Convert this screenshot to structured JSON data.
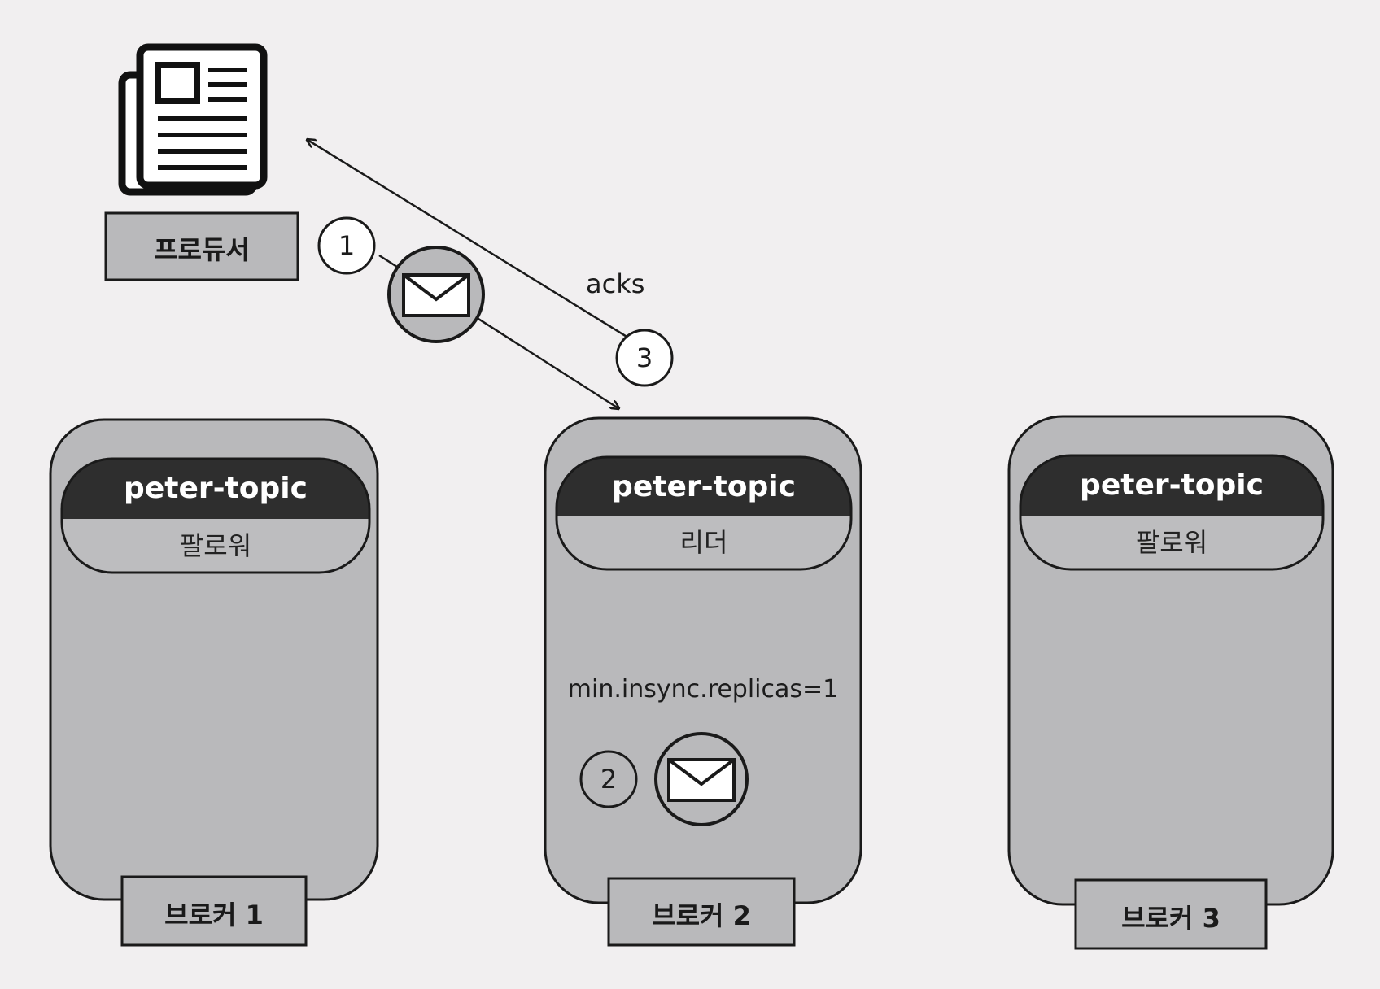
{
  "producer": {
    "label": "프로듀서"
  },
  "steps": {
    "one": "1",
    "two": "2",
    "three": "3"
  },
  "acks_label": "acks",
  "brokers": [
    {
      "name": "브로커 1",
      "topic": "peter-topic",
      "role": "팔로워"
    },
    {
      "name": "브로커 2",
      "topic": "peter-topic",
      "role": "리더",
      "config": "min.insync.replicas=1"
    },
    {
      "name": "브로커 3",
      "topic": "peter-topic",
      "role": "팔로워"
    }
  ],
  "colors": {
    "broker_fill": "#b9b9bb",
    "topic_header": "#2e2e2e",
    "outline": "#1a1a1a",
    "background": "#f1eff0"
  }
}
